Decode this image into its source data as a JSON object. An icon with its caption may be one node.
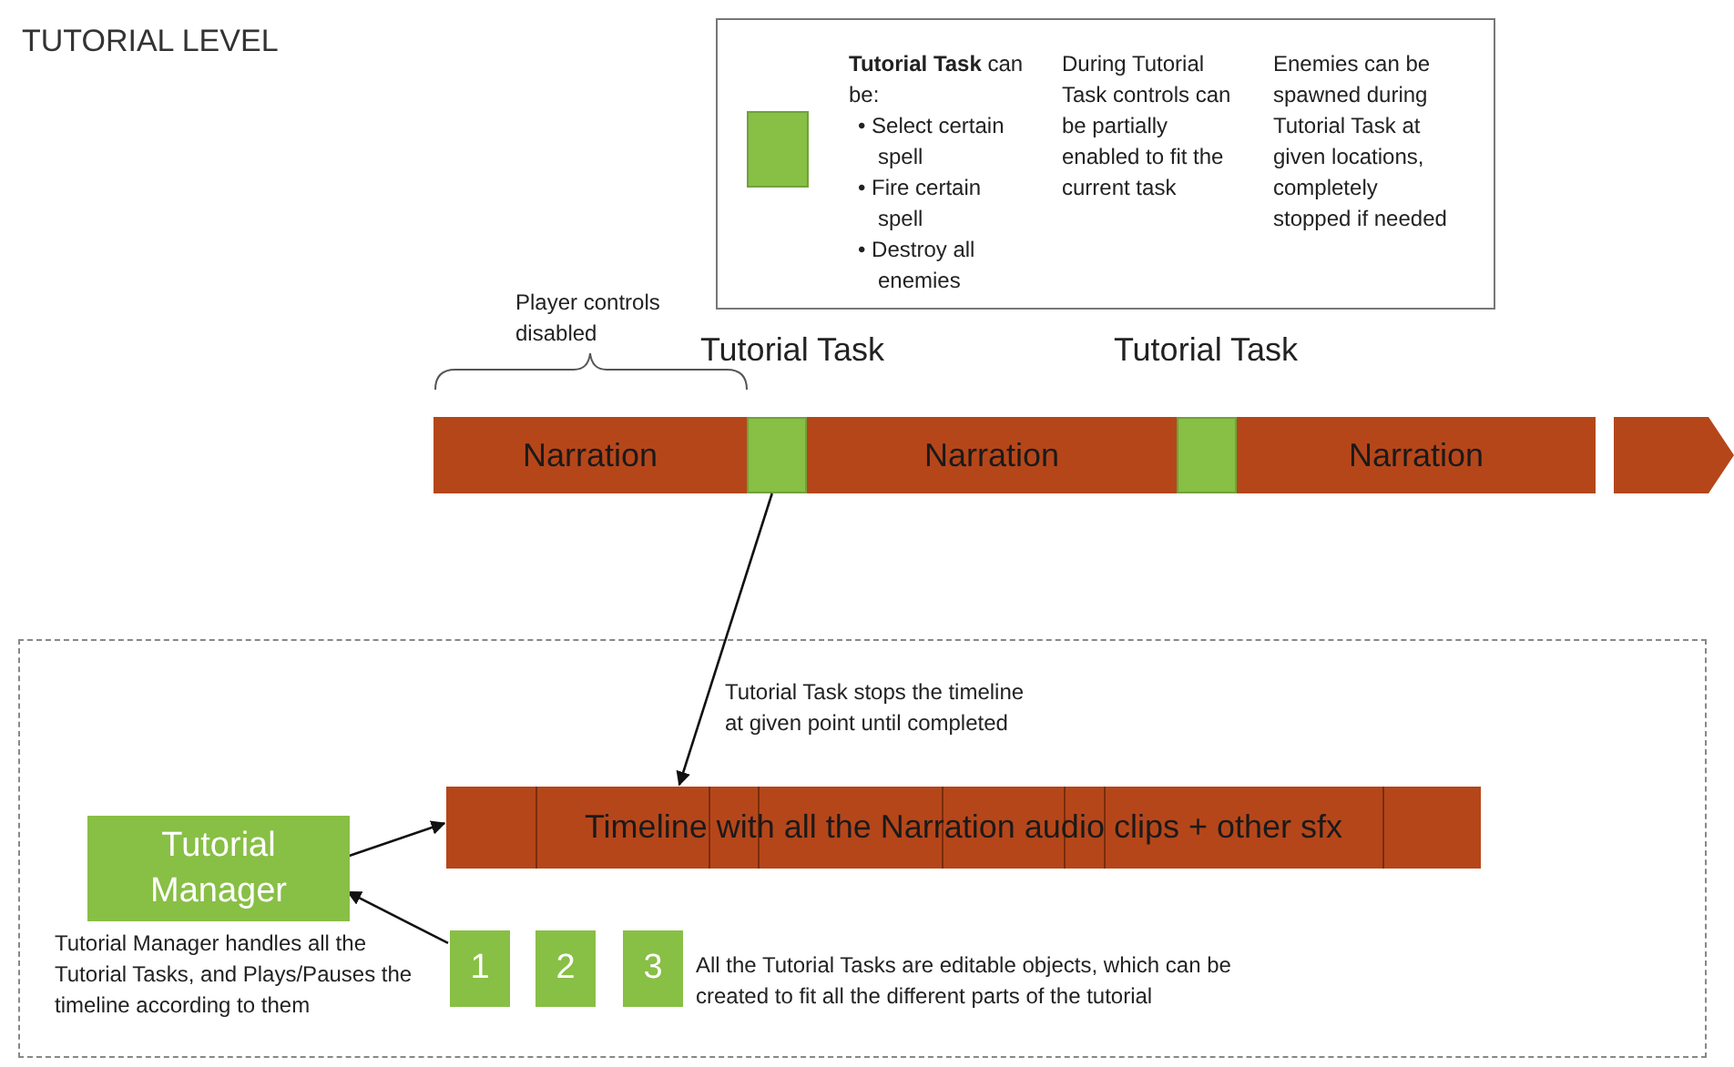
{
  "diagram": {
    "title": "TUTORIAL LEVEL",
    "nodes": [
      {
        "text": [
          "**Tutorial Task** can be:",
          "• Select certain spell",
          "• Fire certain spell",
          "• Destroy all enemies",
          "During Tutorial Task controls can be partially enabled to fit the current task",
          "Enemies can be spawned during Tutorial Task at given locations, completely stopped if needed"
        ]
      },
      {
        "text": [],
        "shape": "box",
        "in": 0
      },
      {
        "text": [
          "Narration"
        ]
      },
      {
        "text": [],
        "shape": "box",
        "beside": [
          "Tutorial Task"
        ]
      },
      {
        "text": [
          "Narration"
        ]
      },
      {
        "text": [],
        "shape": "box",
        "beside": [
          "Tutorial Task"
        ]
      },
      {
        "text": [
          "Narration"
        ]
      },
      {
        "text": [],
        "shape": "arrow"
      },
      {
        "text": [],
        "shape": "box"
      },
      {
        "text": [
          "Tutorial Manager"
        ],
        "in": 8,
        "beside": [
          "Tutorial Manager handles all the Tutorial Tasks, and Plays/Pauses the timeline according to them"
        ]
      },
      {
        "text": [
          "Timeline with all the Narration audio clips + other sfx"
        ],
        "in": 8
      },
      {
        "text": [
          "1"
        ],
        "in": 8
      },
      {
        "text": [
          "2"
        ],
        "in": 8
      },
      {
        "text": [
          "3"
        ],
        "in": 8
      }
    ],
    "edges": [
      {
        "from": 3,
        "to": 10,
        "arrow": "to",
        "label": "Tutorial Task stops the timeline at given point until completed"
      },
      {
        "from": 9,
        "to": 10,
        "arrow": "to"
      },
      {
        "from": 11,
        "to": 9,
        "arrow": "to"
      }
    ],
    "labels": [
      "Player controls disabled",
      "All the Tutorial Tasks are editable objects, which can be created to fit all the different parts of the tutorial"
    ]
  }
}
